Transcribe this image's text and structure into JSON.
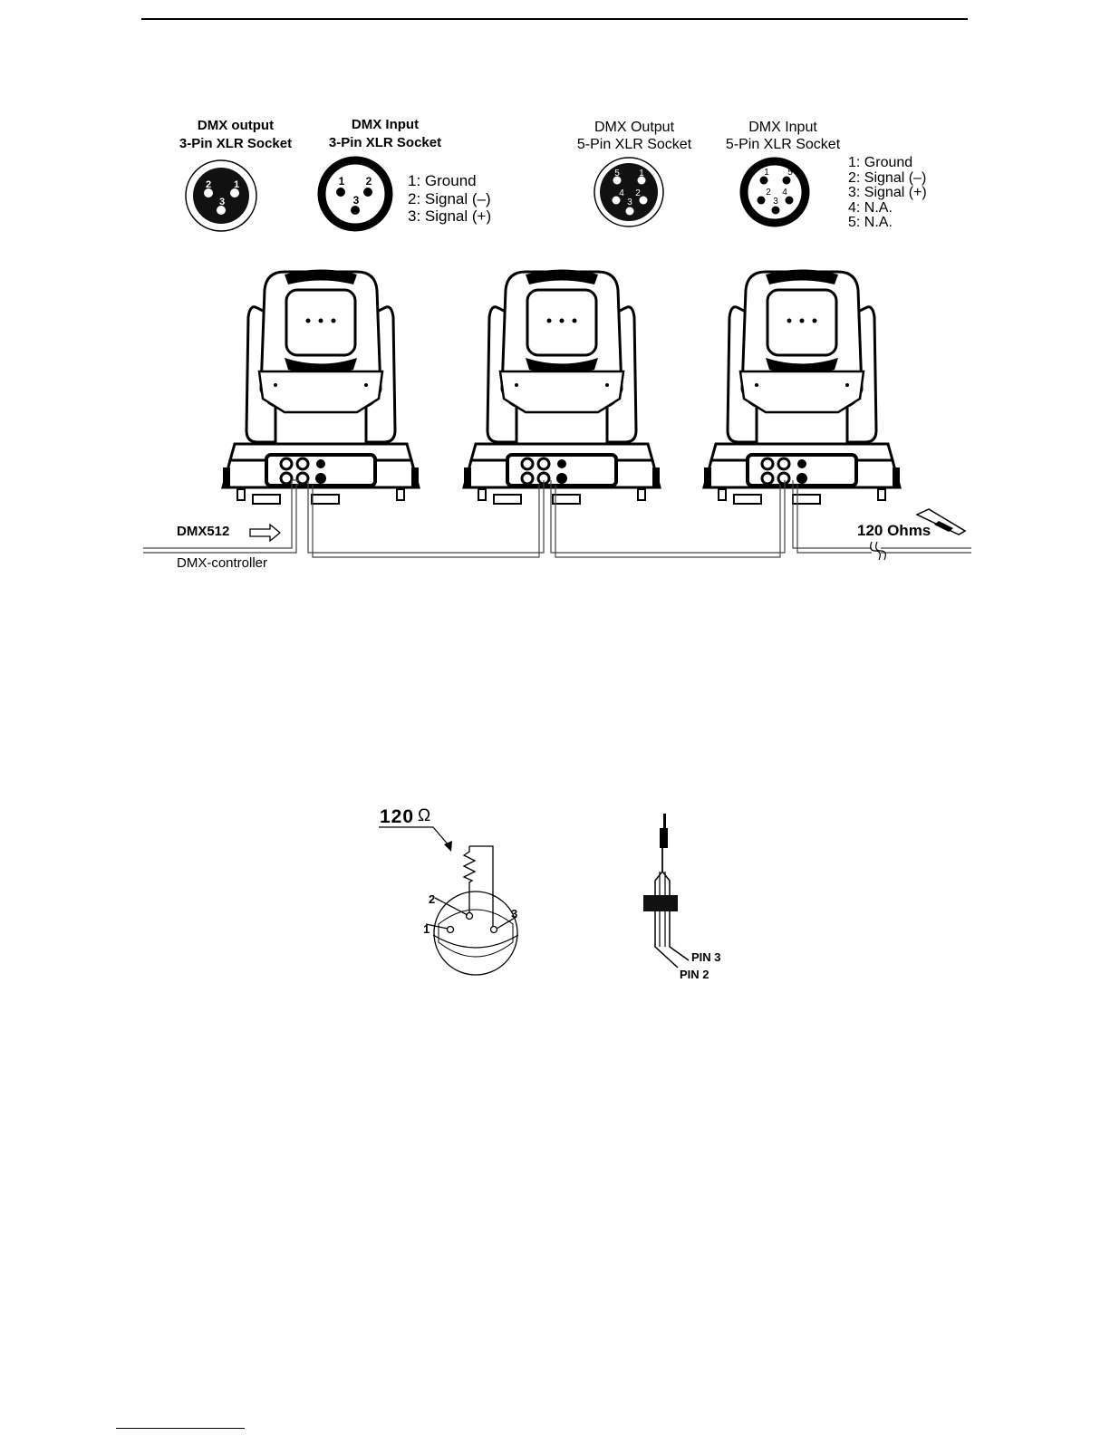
{
  "connectors": {
    "xlr3_output": {
      "title_line1": "DMX output",
      "title_line2": "3-Pin XLR Socket",
      "pins": [
        "1",
        "2",
        "3"
      ]
    },
    "xlr3_input": {
      "title_line1": "DMX Input",
      "title_line2": "3-Pin XLR Socket",
      "pins": [
        "1",
        "2",
        "3"
      ]
    },
    "xlr3_pinout": [
      "1: Ground",
      "2: Signal (–)",
      "3: Signal (+)"
    ],
    "xlr5_output": {
      "title_line1": "DMX Output",
      "title_line2": "5-Pin XLR Socket",
      "pins": [
        "1",
        "2",
        "3",
        "4",
        "5"
      ]
    },
    "xlr5_input": {
      "title_line1": "DMX Input",
      "title_line2": "5-Pin XLR Socket",
      "pins": [
        "1",
        "2",
        "3",
        "4",
        "5"
      ]
    },
    "xlr5_pinout": [
      "1: Ground",
      "2: Signal (–)",
      "3: Signal (+)",
      "4: N.A.",
      "5: N.A."
    ]
  },
  "chain": {
    "input_label": "DMX512",
    "controller_label": "DMX-controller",
    "terminator_label": "120 Ohms",
    "fixture_count": 3
  },
  "terminator": {
    "resistance_value": "120",
    "resistance_unit": "Ω",
    "pin_labels": [
      "1",
      "2",
      "3"
    ],
    "wire_labels": [
      "PIN 3",
      "PIN 2"
    ]
  }
}
